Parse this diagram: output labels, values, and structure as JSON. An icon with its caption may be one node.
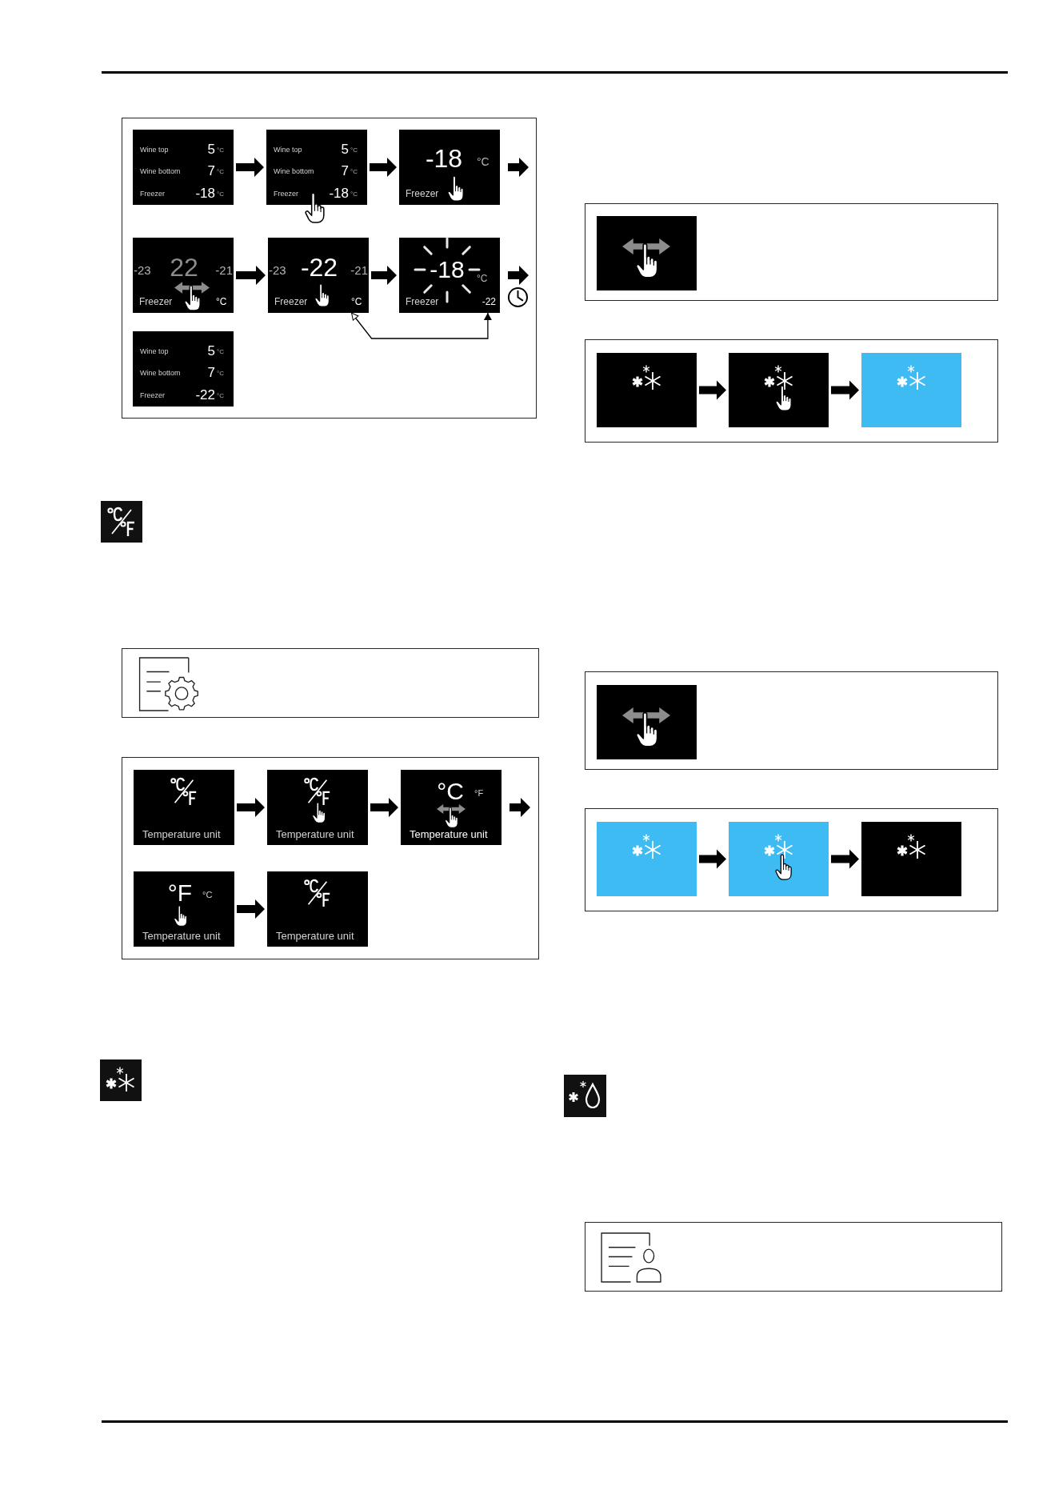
{
  "diagram": {
    "nodes": [
      {
        "text": [],
        "shape": "box"
      },
      {
        "text": [
          "Wine top",
          "5",
          "°C",
          "Wine bottom",
          "7",
          "°C",
          "Freezer",
          "-18",
          "°C"
        ],
        "in": 0
      },
      {
        "text": [
          "Wine top",
          "5",
          "°C",
          "Wine bottom",
          "7",
          "°C",
          "Freezer",
          "-18",
          "°C"
        ],
        "in": 0
      },
      {
        "text": [
          "-18",
          "°C",
          "Freezer"
        ],
        "in": 0
      },
      {
        "text": [
          "-23",
          "22",
          "-21",
          "Freezer",
          "°C"
        ],
        "in": 0
      },
      {
        "text": [
          "-23",
          "-22",
          "-21",
          "Freezer",
          "°C"
        ],
        "in": 0
      },
      {
        "text": [
          "-18",
          "°C",
          "Freezer",
          "-22"
        ],
        "in": 0
      },
      {
        "text": [
          "Wine top",
          "5",
          "°C",
          "Wine bottom",
          "7",
          "°C",
          "Freezer",
          "-22",
          "°C"
        ],
        "in": 0
      },
      {
        "text": [],
        "shape": "box"
      },
      {
        "text": [],
        "shape": "box"
      },
      {
        "text": [
          "Temperature unit"
        ],
        "in": 9
      },
      {
        "text": [
          "Temperature unit"
        ],
        "in": 9
      },
      {
        "text": [
          "°C",
          "°F",
          "Temperature unit"
        ],
        "in": 9
      },
      {
        "text": [
          "°F",
          "°C",
          "Temperature unit"
        ],
        "in": 9
      },
      {
        "text": [
          "Temperature unit"
        ],
        "in": 9
      },
      {
        "text": [],
        "shape": "box"
      },
      {
        "text": [],
        "shape": "box",
        "in": 15
      },
      {
        "text": [],
        "shape": "box"
      },
      {
        "text": [],
        "shape": "box",
        "in": 17
      },
      {
        "text": [],
        "shape": "box",
        "in": 17
      },
      {
        "text": [],
        "shape": "box",
        "in": 17
      },
      {
        "text": [],
        "shape": "box"
      },
      {
        "text": [],
        "shape": "box",
        "in": 21
      },
      {
        "text": [],
        "shape": "box"
      },
      {
        "text": [],
        "shape": "box",
        "in": 23
      },
      {
        "text": [],
        "shape": "box",
        "in": 23
      },
      {
        "text": [],
        "shape": "box",
        "in": 23
      },
      {
        "text": [],
        "shape": "box"
      }
    ],
    "edges": [
      {
        "from": 1,
        "to": 2,
        "arrow": "to"
      },
      {
        "from": 2,
        "to": 3,
        "arrow": "to"
      },
      {
        "from": 3,
        "to": null,
        "arrow": "to"
      },
      {
        "from": 4,
        "to": 5,
        "arrow": "to"
      },
      {
        "from": 5,
        "to": 6,
        "arrow": "to"
      },
      {
        "from": 6,
        "to": null,
        "arrow": "to"
      },
      {
        "from": 5,
        "to": 6,
        "arrow": "both"
      },
      {
        "from": 10,
        "to": 11,
        "arrow": "to"
      },
      {
        "from": 11,
        "to": 12,
        "arrow": "to"
      },
      {
        "from": 12,
        "to": null,
        "arrow": "to"
      },
      {
        "from": 13,
        "to": 14,
        "arrow": "to"
      },
      {
        "from": 18,
        "to": 19,
        "arrow": "to"
      },
      {
        "from": 19,
        "to": 20,
        "arrow": "to"
      },
      {
        "from": 24,
        "to": 25,
        "arrow": "to"
      },
      {
        "from": 25,
        "to": 26,
        "arrow": "to"
      }
    ]
  }
}
